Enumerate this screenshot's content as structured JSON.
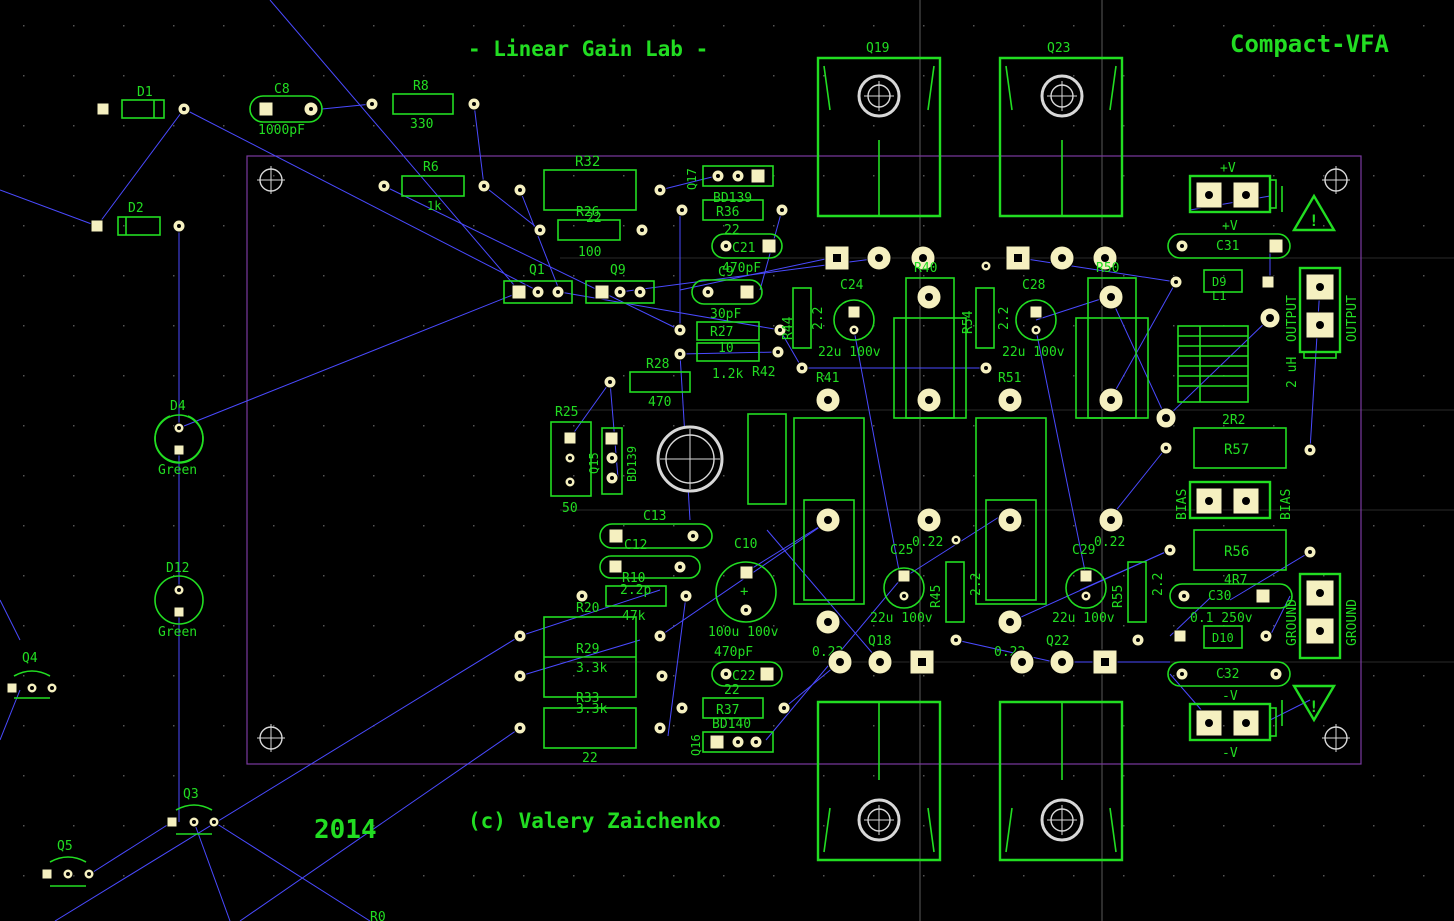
{
  "app": {
    "window": "PCB layout editor",
    "view": "top layer + silkscreen"
  },
  "titles": {
    "lab": "- Linear Gain Lab -",
    "project": "Compact-VFA",
    "year": "2014",
    "copyright": "(c) Valery Zaichenko"
  },
  "components": {
    "D1": "D1",
    "D2": "D2",
    "C8": "C8",
    "C8_val": "1000pF",
    "R8": "R8",
    "R8_val": "330",
    "R6": "R6",
    "R6_val": "1k",
    "R32": "R32",
    "R26": "R26",
    "R26_val": "22",
    "R26_val2": "100",
    "Q17": "Q17",
    "Q17_val": "BD139",
    "R36": "R36",
    "R36_val": "22",
    "C21": "C21",
    "C21_val": "470pF",
    "Q1": "Q1",
    "Q9": "Q9",
    "C9": "C9",
    "C9_val": "30pF",
    "R27": "R27",
    "R27_val": "10",
    "R44": "R44",
    "R42": "R42",
    "R42_val": "1.2k",
    "R28": "R28",
    "R28_val": "470",
    "R25": "R25",
    "R25_val": "50",
    "Q15": "Q15",
    "Q15_val": "BD139",
    "C13": "C13",
    "C12": "C12",
    "C12_val": "2.2p",
    "R10": "R10",
    "R10_val": "47k",
    "C10": "C10",
    "C10_val": "100u 100v",
    "R20": "R20",
    "R29": "R29",
    "R29_val": "3.3k",
    "R33": "R33",
    "R33_val": "3.3k",
    "R_22": "22",
    "C22": "C22",
    "C22_val": "470pF",
    "R37": "R37",
    "R37_val": "22",
    "Q16": "Q16",
    "Q16_val": "BD140",
    "D4": "D4",
    "D4_val": "Green",
    "D12": "D12",
    "D12_val": "Green",
    "Q4": "Q4",
    "Q3": "Q3",
    "Q5": "Q5",
    "R0": "R0",
    "Q19": "Q19",
    "Q23": "Q23",
    "Q18": "Q18",
    "Q22": "Q22",
    "C24": "C24",
    "C24_val": "22u 100v",
    "C28": "C28",
    "C28_val": "22u 100v",
    "R40": "R40",
    "R50": "R50",
    "R54": "R54",
    "R41": "R41",
    "R51": "R51",
    "C25": "C25",
    "C25_val": "22u 100v",
    "C29": "C29",
    "C29_val": "22u 100v",
    "R45": "R45",
    "R55": "R55",
    "v22a": "2.2",
    "v22b": "2.2",
    "v22c": "2.2",
    "v22d": "2.2",
    "v022a": "0.22",
    "v022b": "0.22",
    "v022c": "0.22",
    "v022d": "0.22",
    "C31": "C31",
    "D9": "D9",
    "L1": "L1",
    "L1_val": "2 uH",
    "R57": "R57",
    "R57_val": "2R2",
    "R56": "R56",
    "R56_val": "4R7",
    "C30": "C30",
    "C30_val": "0.1 250v",
    "D10": "D10",
    "C32": "C32"
  },
  "connectors": {
    "vplus": "+V",
    "vminus": "-V",
    "output": "OUTPUT",
    "bias": "BIAS",
    "ground": "GROUND"
  },
  "colors": {
    "background": "#000000",
    "silkscreen": "#22dd22",
    "pad": "#f5f0c0",
    "ratsnest": "#4a4aff",
    "board_outline": "#7a3aa0"
  },
  "icons": {
    "warning_top": "warning-triangle-icon",
    "warning_bottom": "warning-triangle-icon"
  }
}
